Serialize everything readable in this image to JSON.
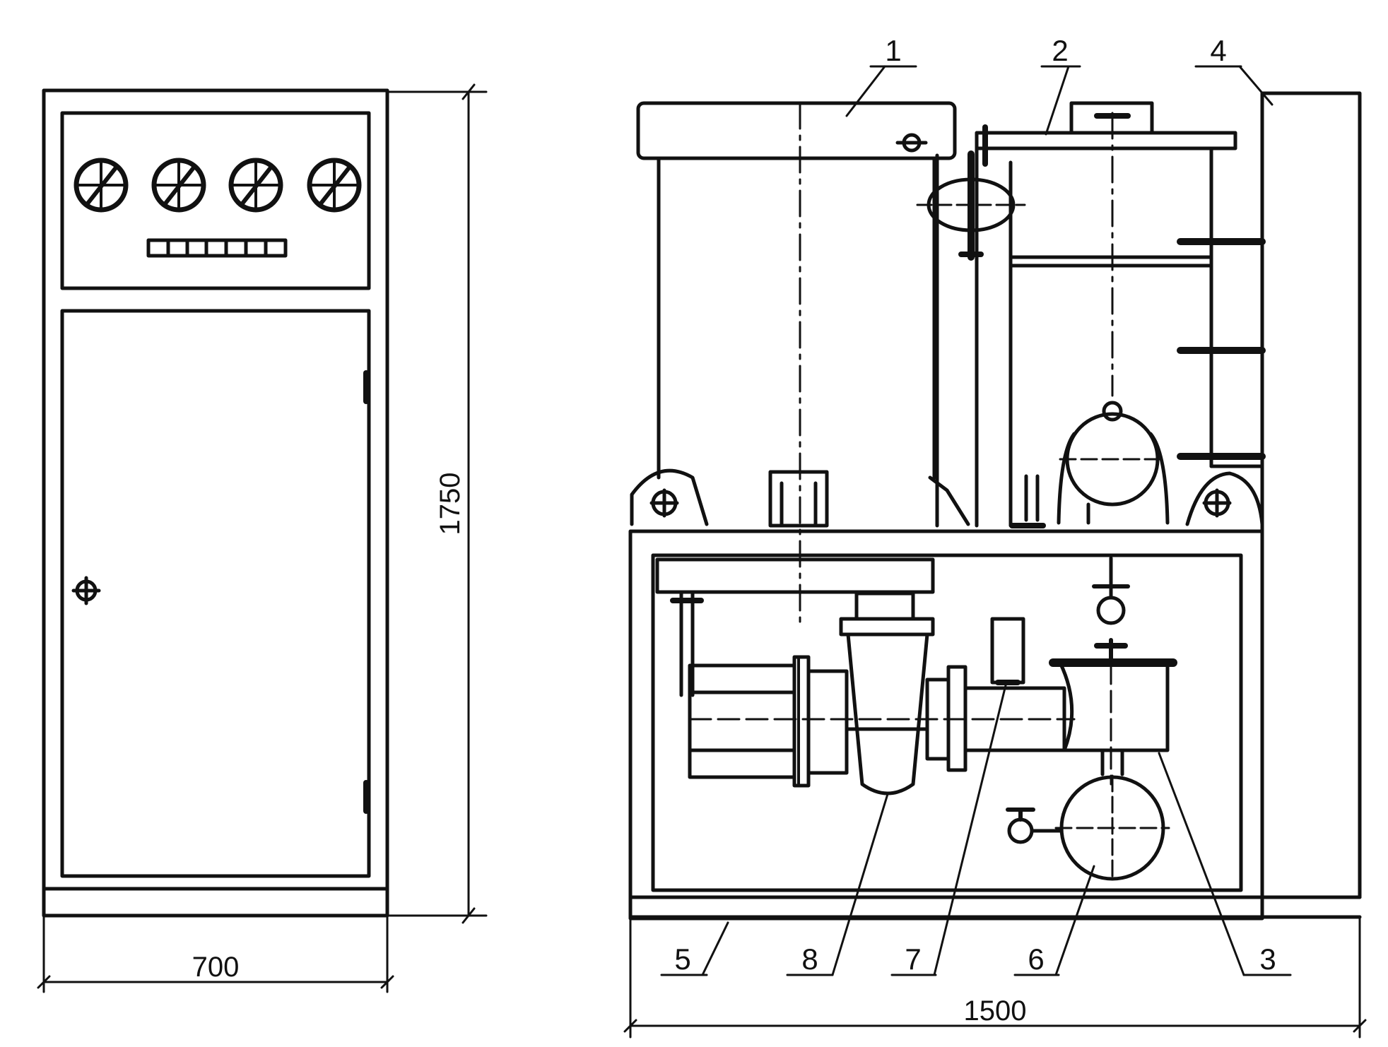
{
  "dimensions": {
    "cabinet_width": "700",
    "cabinet_height": "1750",
    "unit_width": "1500"
  },
  "callouts": [
    "1",
    "2",
    "3",
    "4",
    "5",
    "6",
    "7",
    "8"
  ],
  "colors": {
    "ink": "#111111",
    "paper": "#ffffff"
  }
}
